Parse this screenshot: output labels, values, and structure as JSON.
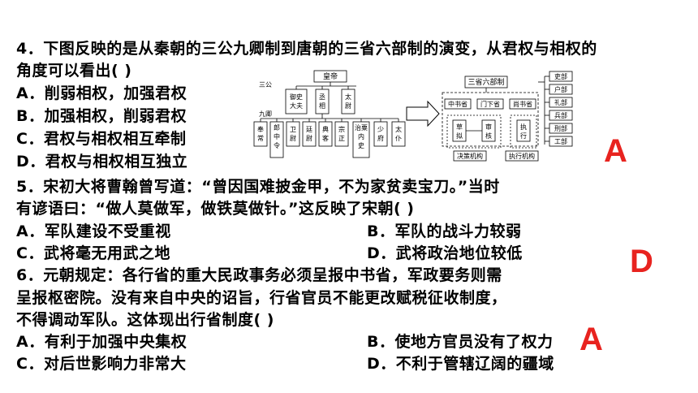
{
  "q4": {
    "stem_line1": "4．下图反映的是从秦朝的三公九卿制到唐朝的三省六部制的演变，从君权与相权的",
    "stem_line2": "角度可以看出(        )",
    "options": {
      "a": "A．削弱相权，加强君权",
      "b": "B．加强相权，削弱君权",
      "c": "C．君权与相权相互牵制",
      "d": "D．君权与相权相互独立"
    },
    "answer": "A",
    "diagram": {
      "left": {
        "emperor": "皇帝",
        "sangong_label": "三公",
        "jiuqing_label": "九卿",
        "sangong": [
          "御史大夫",
          "丞相",
          "太尉"
        ],
        "jiuqing": [
          "奉常",
          "郎中令",
          "卫尉",
          "廷尉",
          "典客",
          "宗正",
          "治粟内史",
          "少府",
          "太仆"
        ]
      },
      "right": {
        "title": "三省六部制",
        "zhongshu": "中书省",
        "menxia": "门下省",
        "shangshu": "尚书省",
        "caoni": "草拟",
        "shenhe": "审核",
        "zhixing": "执行",
        "juece": "决策机构",
        "zhixing_jigou": "执行机构",
        "bu": [
          "吏部",
          "户部",
          "礼部",
          "兵部",
          "刑部",
          "工部"
        ]
      }
    }
  },
  "q5": {
    "stem_line1": "5．宋初大将曹翰曾写道：“曾因国难披金甲，不为家贫卖宝刀。”当时",
    "stem_line2": "有谚语曰：“做人莫做军，做铁莫做针。”这反映了宋朝(        )",
    "options": {
      "a": "A．军队建设不受重视",
      "b": "B．军队的战斗力较弱",
      "c": "C．武将毫无用武之地",
      "d": "D．武将政治地位较低"
    },
    "answer": "D"
  },
  "q6": {
    "stem_line1": "6．元朝规定：各行省的重大民政事务必须呈报中书省，军政要务则需",
    "stem_line2": "呈报枢密院。没有来自中央的诏旨，行省官员不能更改赋税征收制度，",
    "stem_line3": "不得调动军队。这体现出行省制度(        )",
    "options": {
      "a": "A．有利于加强中央集权",
      "b": "B．使地方官员没有了权力",
      "c": "C．对后世影响力非常大",
      "d": "D．不利于管辖辽阔的疆域"
    },
    "answer": "A"
  }
}
